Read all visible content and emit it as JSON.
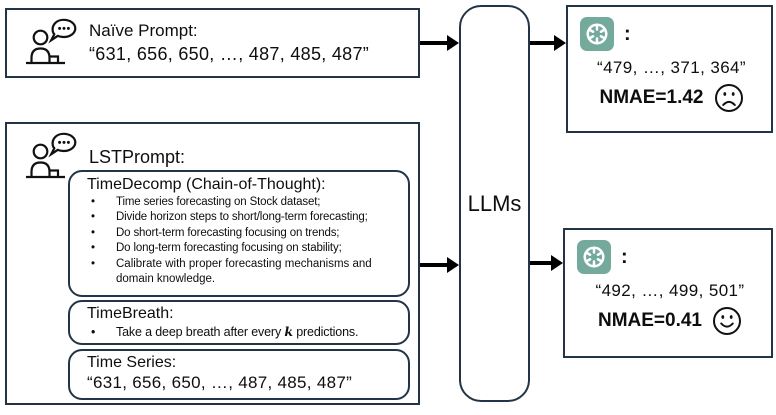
{
  "colors": {
    "openai_green": "#74AA9C",
    "border": "#243447",
    "ink": "#0e0e0e"
  },
  "naive_box": {
    "title": "Naïve Prompt:",
    "series": "“631, 656, 650, …, 487, 485, 487”"
  },
  "lst_box": {
    "title": "LSTPrompt:",
    "timedecomp": {
      "title": "TimeDecomp (Chain-of-Thought):",
      "bullets": [
        "Time series forecasting on Stock dataset;",
        "Divide horizon steps to short/long-term forecasting;",
        "Do short-term forecasting focusing on trends;",
        "Do long-term forecasting focusing on stability;",
        "Calibrate with proper forecasting mechanisms and domain knowledge."
      ]
    },
    "timebreath": {
      "title": "TimeBreath:",
      "bullet_prefix": "Take a deep breath after every ",
      "bullet_k": "k",
      "bullet_suffix": " predictions."
    },
    "timeseries": {
      "title": "Time Series:",
      "series": "“631, 656, 650, …, 487, 485, 487”"
    }
  },
  "llm_box": {
    "label": "LLMs"
  },
  "outputs": {
    "top": {
      "colon": ":",
      "series": "“479, …, 371, 364”",
      "metric": "NMAE=1.42",
      "emotion": "sad"
    },
    "bottom": {
      "colon": ":",
      "series": "“492, …, 499, 501”",
      "metric": "NMAE=0.41",
      "emotion": "happy"
    }
  }
}
